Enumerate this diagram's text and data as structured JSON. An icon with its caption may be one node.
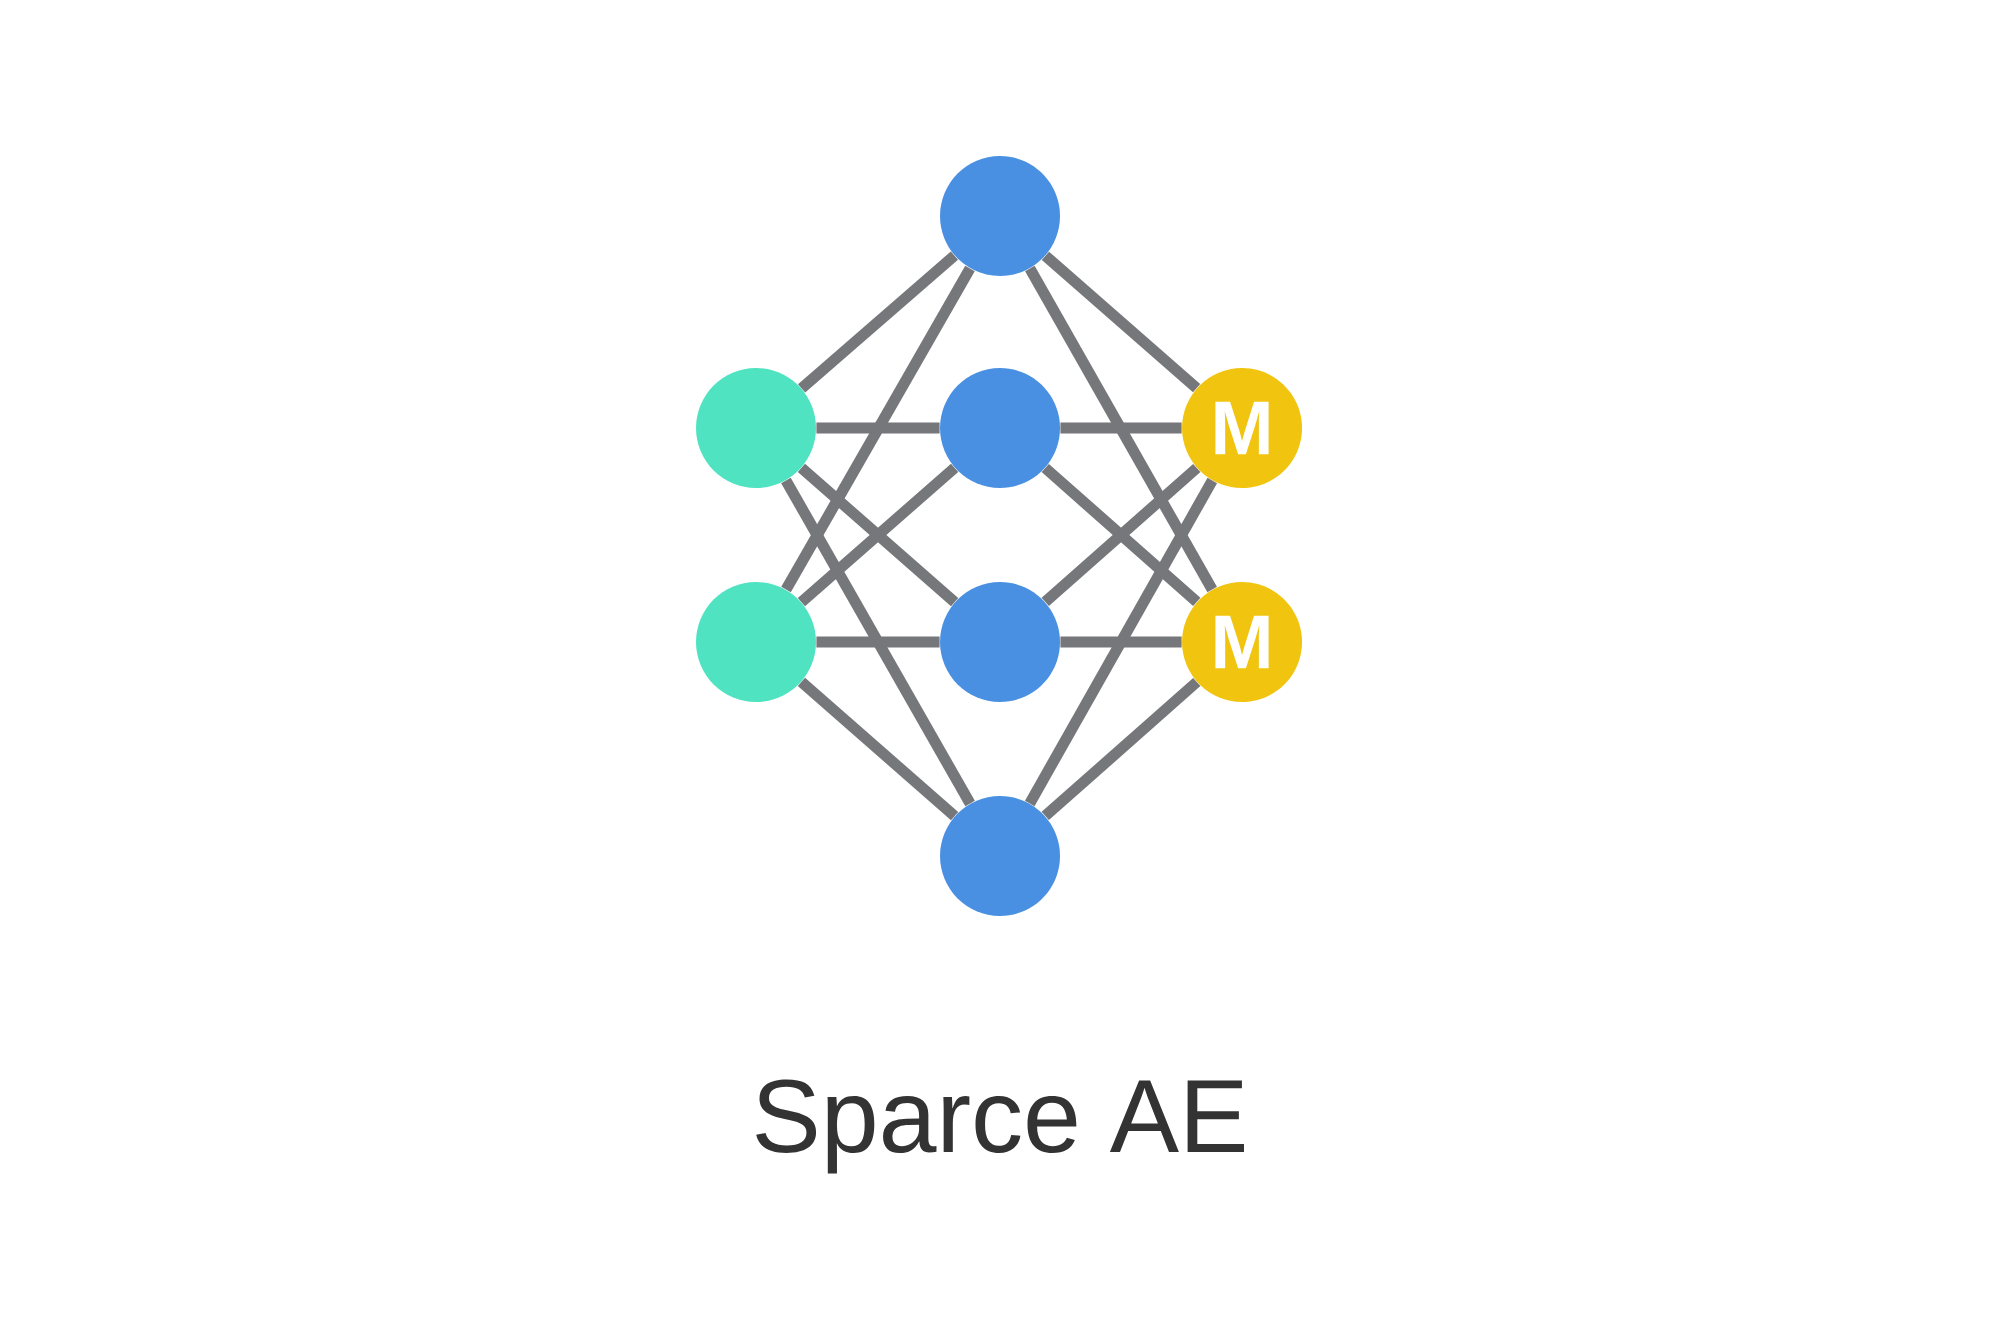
{
  "diagram": {
    "title": "Sparce AE",
    "nodes": [
      {
        "text": [],
        "shape": "circle"
      },
      {
        "text": [],
        "shape": "circle"
      },
      {
        "text": [],
        "shape": "circle"
      },
      {
        "text": [
          "M"
        ]
      },
      {
        "text": [],
        "shape": "circle"
      },
      {
        "text": [],
        "shape": "circle"
      },
      {
        "text": [
          "M"
        ]
      },
      {
        "text": [],
        "shape": "circle"
      }
    ],
    "edges": [
      {
        "from": 1,
        "to": 0,
        "arrow": "none"
      },
      {
        "from": 1,
        "to": 2,
        "arrow": "none"
      },
      {
        "from": 1,
        "to": 5,
        "arrow": "none"
      },
      {
        "from": 1,
        "to": 7,
        "arrow": "none"
      },
      {
        "from": 4,
        "to": 0,
        "arrow": "none"
      },
      {
        "from": 4,
        "to": 2,
        "arrow": "none"
      },
      {
        "from": 4,
        "to": 5,
        "arrow": "none"
      },
      {
        "from": 4,
        "to": 7,
        "arrow": "none"
      },
      {
        "from": 0,
        "to": 3,
        "arrow": "none"
      },
      {
        "from": 0,
        "to": 6,
        "arrow": "none"
      },
      {
        "from": 2,
        "to": 3,
        "arrow": "none"
      },
      {
        "from": 2,
        "to": 6,
        "arrow": "none"
      },
      {
        "from": 5,
        "to": 3,
        "arrow": "none"
      },
      {
        "from": 5,
        "to": 6,
        "arrow": "none"
      },
      {
        "from": 7,
        "to": 3,
        "arrow": "none"
      },
      {
        "from": 7,
        "to": 6,
        "arrow": "none"
      }
    ]
  }
}
